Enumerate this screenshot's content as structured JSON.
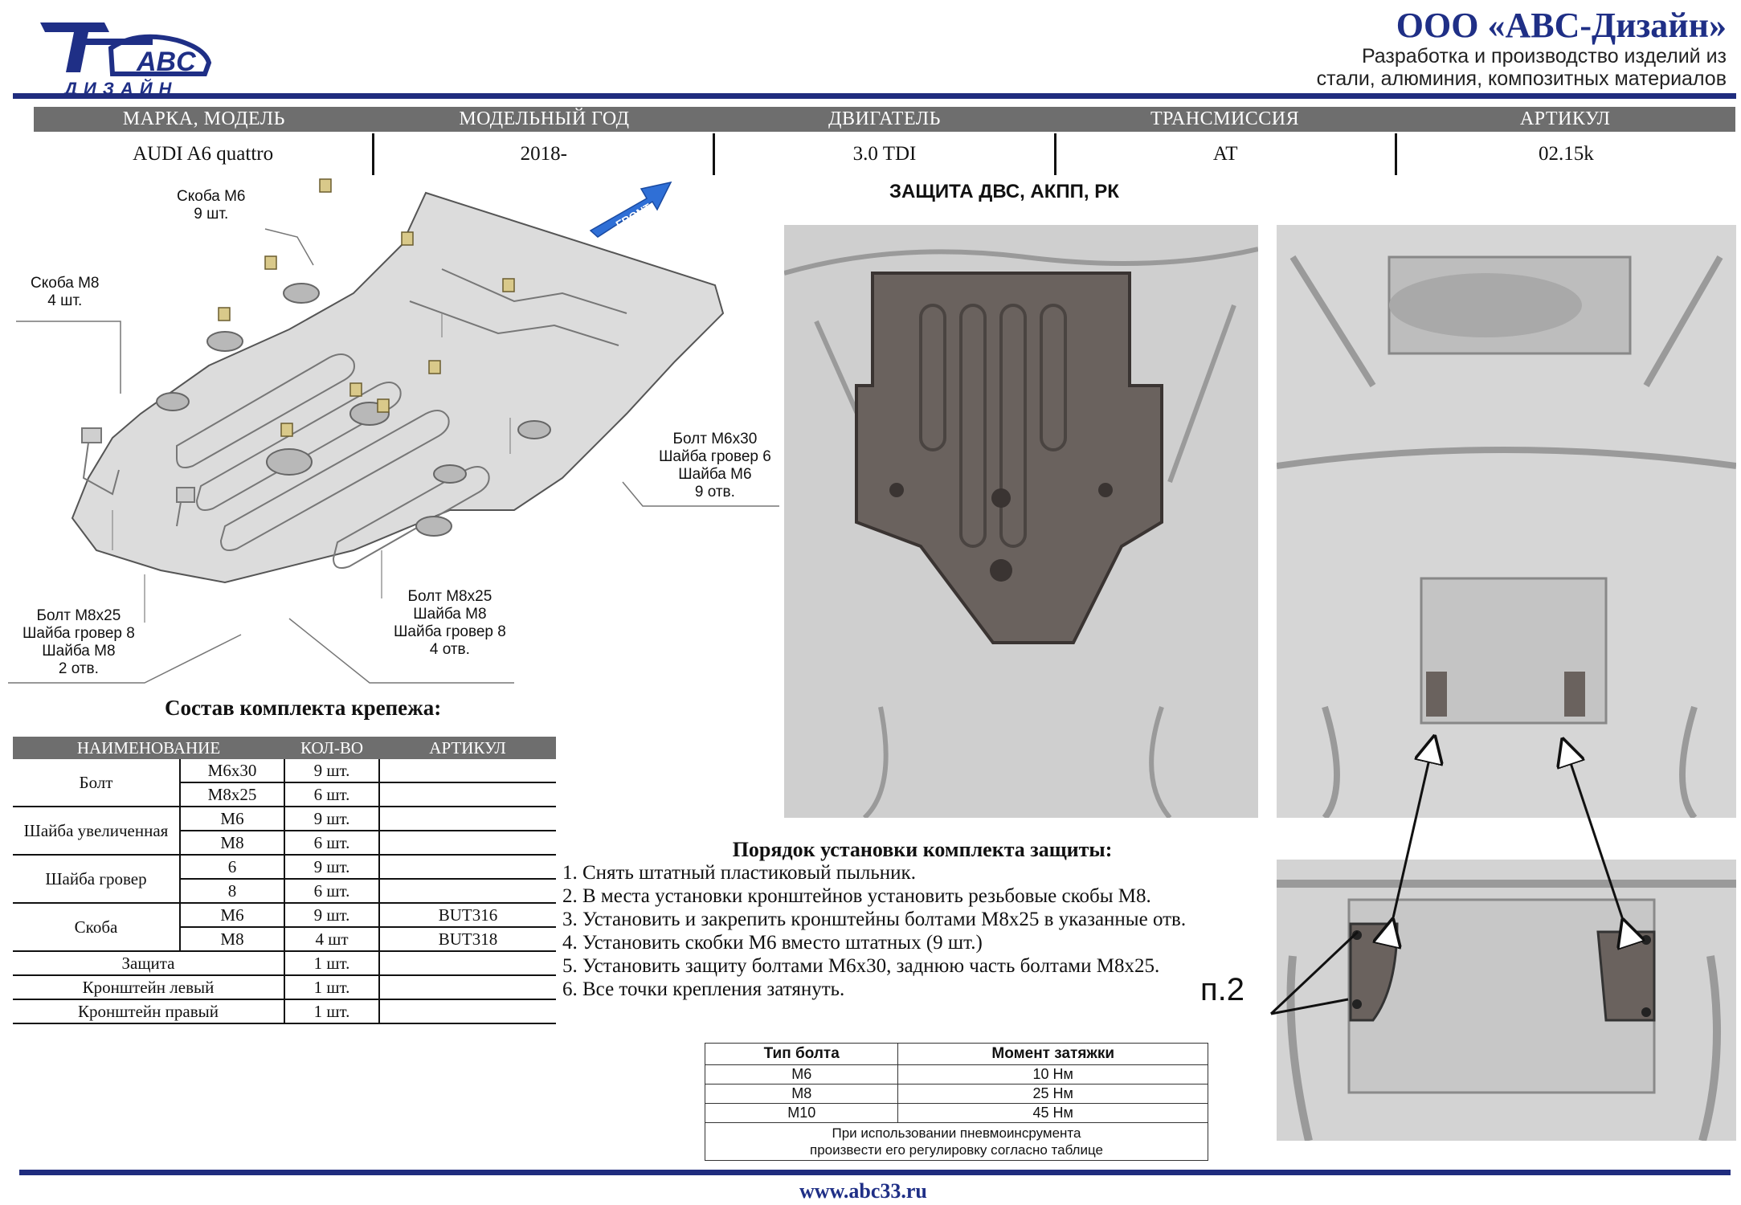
{
  "header": {
    "logo_text_top": "ABC",
    "logo_text_bottom": "ДИЗАЙН",
    "company_name": "ООО «АВС-Дизайн»",
    "tagline_line1": "Разработка и производство изделий из",
    "tagline_line2": "стали, алюминия, композитных материалов"
  },
  "spec": {
    "headers": [
      "МАРКА, МОДЕЛЬ",
      "МОДЕЛЬНЫЙ ГОД",
      "ДВИГАТЕЛЬ",
      "ТРАНСМИССИЯ",
      "АРТИКУЛ"
    ],
    "values": [
      "AUDI  A6 quattro",
      "2018-",
      "3.0 TDI",
      "AT",
      "02.15k"
    ]
  },
  "section_title": "ЗАЩИТА ДВС, АКПП, РК",
  "callouts": {
    "skoba_m6": [
      "Скоба М6",
      "9 шт."
    ],
    "skoba_m8": [
      "Скоба М8",
      "4 шт."
    ],
    "bolt_m6": [
      "Болт М6х30",
      "Шайба гровер 6",
      "Шайба М6",
      "9 отв."
    ],
    "bolt_m8_4": [
      "Болт М8х25",
      "Шайба М8",
      "Шайба гровер 8",
      "4 отв."
    ],
    "bolt_m8_2": [
      "Болт М8х25",
      "Шайба гровер 8",
      "Шайба М8",
      "2 отв."
    ],
    "front_label": "FRONT"
  },
  "fastener_kit": {
    "title": "Состав комплекта крепежа:",
    "headers": [
      "НАИМЕНОВАНИЕ",
      "КОЛ-ВО",
      "АРТИКУЛ"
    ],
    "rows": [
      {
        "name": "Болт",
        "type": "М6х30",
        "qty": "9 шт.",
        "article": ""
      },
      {
        "name": "",
        "type": "М8х25",
        "qty": "6 шт.",
        "article": ""
      },
      {
        "name": "Шайба увеличенная",
        "type": "М6",
        "qty": "9 шт.",
        "article": ""
      },
      {
        "name": "",
        "type": "М8",
        "qty": "6 шт.",
        "article": ""
      },
      {
        "name": "Шайба гровер",
        "type": "6",
        "qty": "9 шт.",
        "article": ""
      },
      {
        "name": "",
        "type": "8",
        "qty": "6 шт.",
        "article": ""
      },
      {
        "name": "Скоба",
        "type": "М6",
        "qty": "9 шт.",
        "article": "BUT316"
      },
      {
        "name": "",
        "type": "М8",
        "qty": "4 шт",
        "article": "BUT318"
      },
      {
        "name": "Защита",
        "type": "",
        "qty": "1 шт.",
        "article": ""
      },
      {
        "name": "Кронштейн левый",
        "type": "",
        "qty": "1 шт.",
        "article": ""
      },
      {
        "name": "Кронштейн правый",
        "type": "",
        "qty": "1 шт.",
        "article": ""
      }
    ]
  },
  "installation": {
    "title": "Порядок установки комплекта защиты:",
    "steps": [
      "1. Снять штатный пластиковый пыльник.",
      "2. В места установки кронштейнов установить резьбовые скобы М8.",
      "3. Установить и закрепить кронштейны болтами М8х25 в указанные отв.",
      "4. Установить скобки М6 вместо штатных (9 шт.)",
      "5. Установить защиту болтами М6х30, заднюю часть болтами М8х25.",
      "6. Все точки крепления затянуть."
    ]
  },
  "torque_table": {
    "headers": [
      "Тип болта",
      "Момент затяжки"
    ],
    "rows": [
      [
        "М6",
        "10 Нм"
      ],
      [
        "М8",
        "25 Нм"
      ],
      [
        "М10",
        "45 Нм"
      ]
    ],
    "note_line1": "При использовании пневмоинсрумента",
    "note_line2": "произвести его регулировку согласно таблице"
  },
  "p2_label": "п.2",
  "footer_url": "www.abc33.ru",
  "colors": {
    "brand_blue": "#1f2f86",
    "header_gray": "#6e6e6e"
  }
}
